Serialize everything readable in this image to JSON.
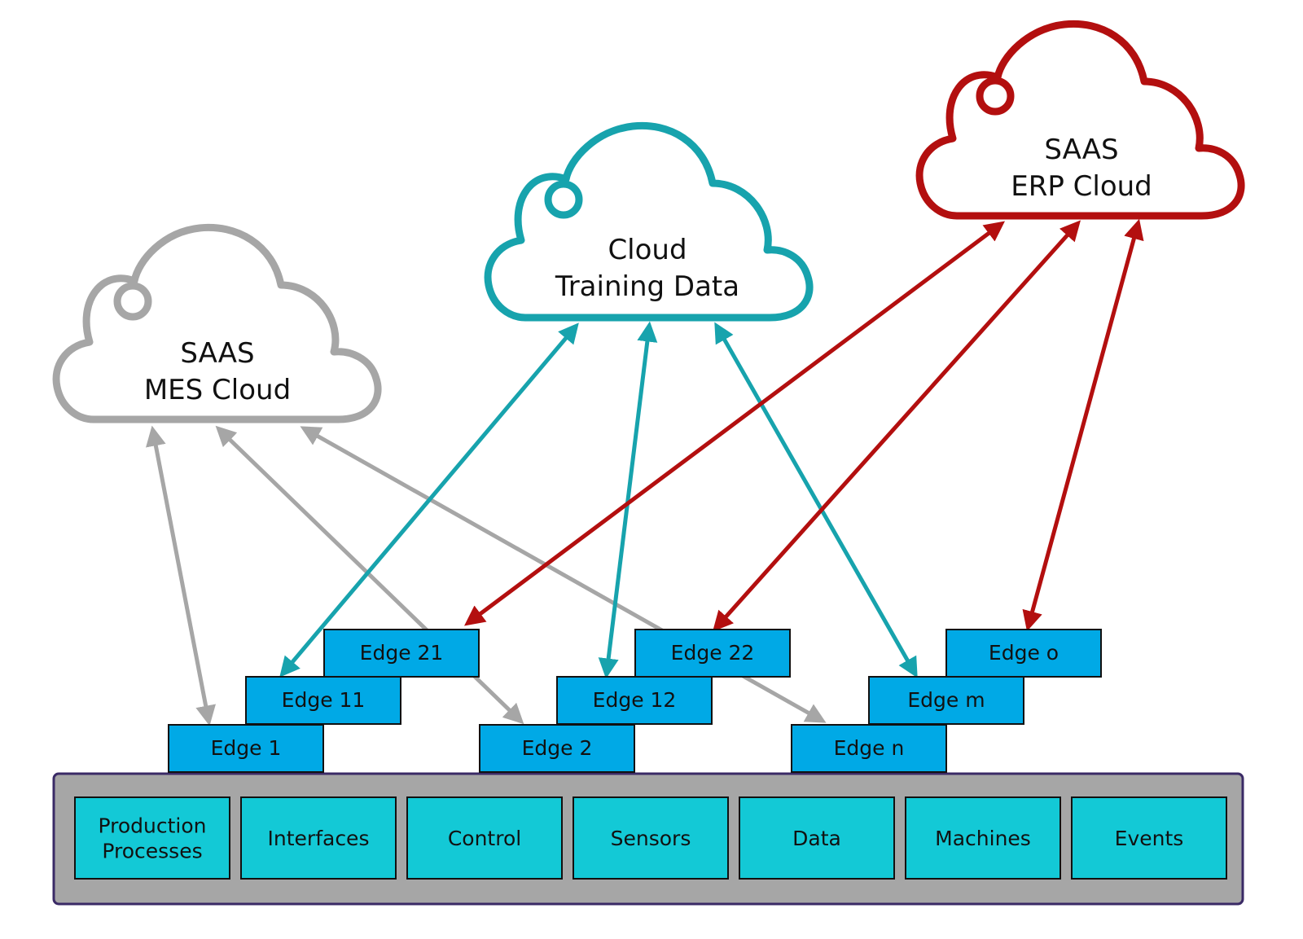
{
  "colors": {
    "mes": "#a6a6a6",
    "training": "#17a3ad",
    "erp": "#b30f0f",
    "edge_fill": "#00a9e6",
    "factory_cell_fill": "#13c9d6",
    "factory_frame_fill": "#a6a6a6",
    "factory_frame_border": "#3a2a66"
  },
  "clouds": {
    "mes": {
      "line1": "SAAS",
      "line2": "MES Cloud",
      "icon": "cloud-icon"
    },
    "training": {
      "line1": "Cloud",
      "line2": "Training Data",
      "icon": "cloud-icon"
    },
    "erp": {
      "line1": "SAAS",
      "line2": "ERP Cloud",
      "icon": "cloud-icon"
    }
  },
  "edges": {
    "e1": "Edge 1",
    "e11": "Edge 11",
    "e21": "Edge 21",
    "e2": "Edge 2",
    "e12": "Edge 12",
    "e22": "Edge 22",
    "en": "Edge n",
    "em": "Edge m",
    "eo": "Edge o"
  },
  "factory": {
    "cells": [
      [
        "Production",
        "Processes"
      ],
      [
        "Interfaces"
      ],
      [
        "Control"
      ],
      [
        "Sensors"
      ],
      [
        "Data"
      ],
      [
        "Machines"
      ],
      [
        "Events"
      ]
    ]
  },
  "connections": [
    {
      "from": "mes",
      "to": "e1",
      "color": "mes"
    },
    {
      "from": "mes",
      "to": "e2",
      "color": "mes"
    },
    {
      "from": "mes",
      "to": "en",
      "color": "mes"
    },
    {
      "from": "training",
      "to": "e11",
      "color": "training"
    },
    {
      "from": "training",
      "to": "e12",
      "color": "training"
    },
    {
      "from": "training",
      "to": "em",
      "color": "training"
    },
    {
      "from": "erp",
      "to": "e21",
      "color": "erp"
    },
    {
      "from": "erp",
      "to": "e22",
      "color": "erp"
    },
    {
      "from": "erp",
      "to": "eo",
      "color": "erp"
    }
  ]
}
